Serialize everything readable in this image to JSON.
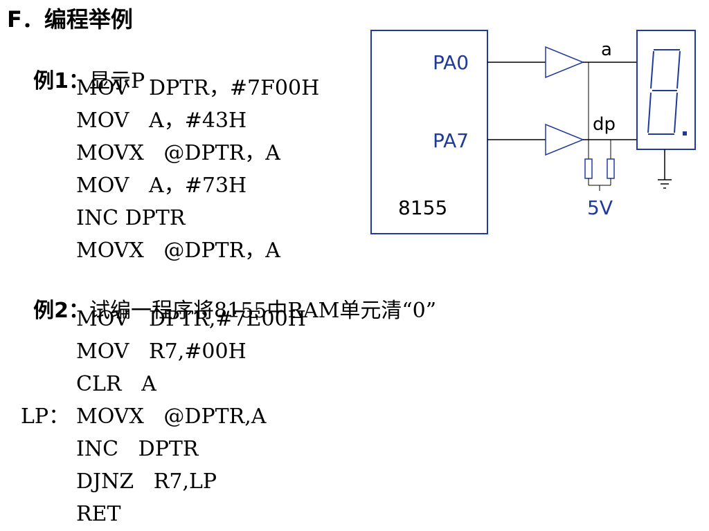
{
  "title": "F．编程举例",
  "example1": {
    "label": "例1：",
    "desc": "显示P",
    "code": [
      "MOV   DPTR，#7F00H",
      "MOV   A，#43H",
      "MOVX   @DPTR，A",
      "MOV   A，#73H",
      "INC DPTR",
      "MOVX   @DPTR，A"
    ]
  },
  "example2": {
    "label": "例2：",
    "desc": "试编一程序将8155中RAM单元清“0”",
    "code": [
      {
        "label": "",
        "text": "MOV   DPTR,#7E00H"
      },
      {
        "label": "",
        "text": "MOV   R7,#00H"
      },
      {
        "label": "",
        "text": "CLR   A"
      },
      {
        "label": "LP：",
        "text": "MOVX   @DPTR,A"
      },
      {
        "label": "",
        "text": "INC   DPTR"
      },
      {
        "label": "",
        "text": "DJNZ   R7,LP"
      },
      {
        "label": "",
        "text": "RET"
      }
    ]
  },
  "diagram": {
    "chip": "8155",
    "pins": [
      "PA0",
      "PA7"
    ],
    "segment_labels": [
      "a",
      "dp"
    ],
    "supply": "5V",
    "colors": {
      "chip": "#1f3a9a",
      "buffer": "#1f3a9a",
      "wire": "#000000",
      "display": "#1f3a9a",
      "resistor": "#1f3a9a"
    }
  }
}
